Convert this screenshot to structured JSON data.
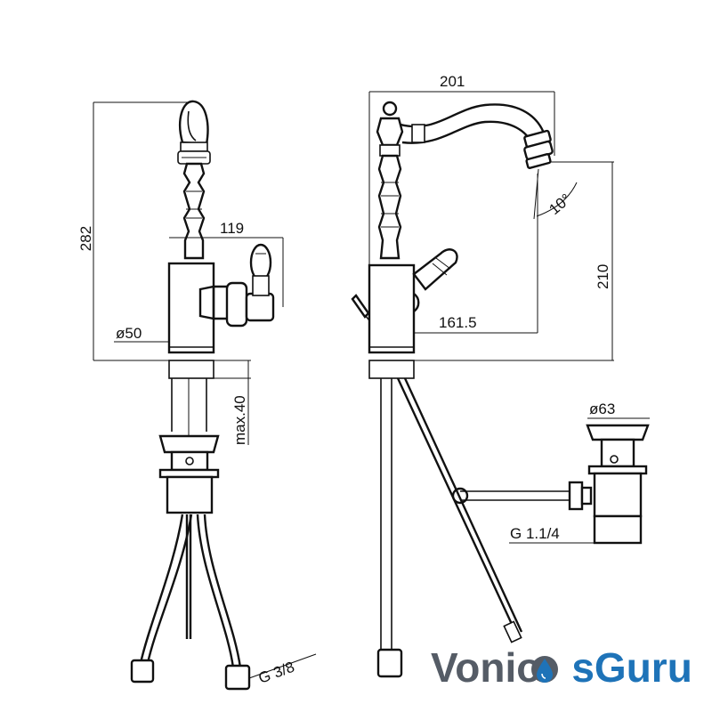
{
  "dimensions": {
    "height_total": "282",
    "handle_reach": "119",
    "base_diameter": "ø50",
    "max_thickness": "max.40",
    "width_total": "201",
    "spout_angle": "10°",
    "spout_height": "210",
    "spout_reach": "161.5",
    "waste_diameter": "ø63",
    "waste_thread": "G 1.1/4",
    "hose_thread": "G 3/8"
  },
  "brand": {
    "part1": "Vonio",
    "part2": "sGuru",
    "color_dark": "#555c66",
    "color_blue": "#1e73b8"
  }
}
